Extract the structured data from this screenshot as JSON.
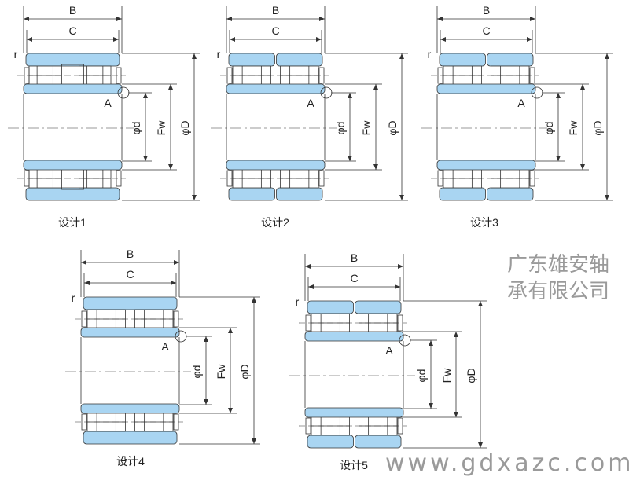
{
  "labels": {
    "B": "B",
    "C": "C",
    "r": "r",
    "A": "A",
    "d": "φd",
    "Fw": "Fw",
    "D": "φD"
  },
  "designs": [
    {
      "caption": "设计1",
      "center_separator": "split-roller"
    },
    {
      "caption": "设计2",
      "center_separator": "split-ring"
    },
    {
      "caption": "设计3",
      "center_separator": "split-ring"
    },
    {
      "caption": "设计4",
      "center_separator": "full"
    },
    {
      "caption": "设计5",
      "center_separator": "split-ring"
    }
  ],
  "watermark": {
    "company": "广东雄安轴承有限公司",
    "url": "www.gdxazc.com"
  },
  "colors": {
    "ring": "#a9d5f2",
    "line": "#333333",
    "roller": "#ffffff"
  }
}
